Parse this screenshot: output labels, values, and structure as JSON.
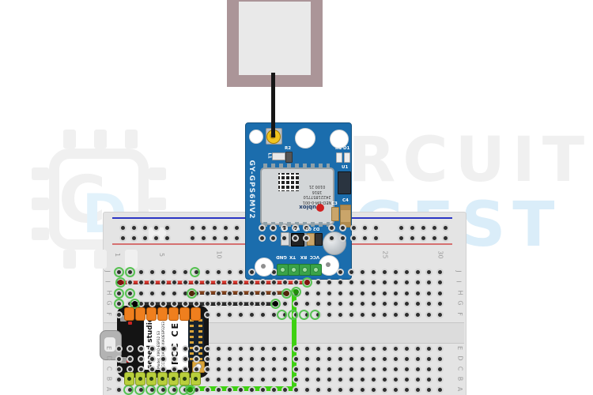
{
  "watermark": {
    "line1": "CIRCUIT",
    "line2": "DIGEST",
    "logo_c": "C",
    "logo_d": "D",
    "gray": "#f0f0f0",
    "blue": "#daedf9"
  },
  "gps": {
    "board_label": "GY-GPS6MV2",
    "pin_labels": [
      "GND",
      "TX",
      "RX",
      "VCC"
    ],
    "shield_lines": [
      "NEO-6M-0-001",
      "24221857710",
      "1816",
      "0100 21"
    ],
    "brand": "ublox",
    "refs_top_l1": "L1",
    "refs_top_r2": "R2",
    "refs_right_r1d1": "R1 D1",
    "refs_right_u1": "U1",
    "refs_right_c3": "C3",
    "refs_right_c4": "C4",
    "refs_bottom": [
      "C1",
      "U2",
      "C2",
      "D2"
    ]
  },
  "xiao": {
    "brand": "seeed studio",
    "model_line": "Model: XIAO-ESP32 S3",
    "fcc_line": "FCC ID:2A04T-XIAOESP32S3",
    "cert_marks": "FCC CE"
  },
  "breadboard": {
    "column_numbers": [
      "1",
      "5",
      "10",
      "25",
      "30"
    ],
    "column_positions": [
      1,
      5,
      10,
      25,
      30
    ],
    "row_letters_upper": [
      "J",
      "I",
      "H",
      "G",
      "F"
    ],
    "row_letters_lower": [
      "E",
      "D",
      "C",
      "B",
      "A"
    ]
  },
  "wires": {
    "red": "#d2342b",
    "brown": "#82421c",
    "black": "#2d2d2d",
    "green": "#3ed112"
  }
}
